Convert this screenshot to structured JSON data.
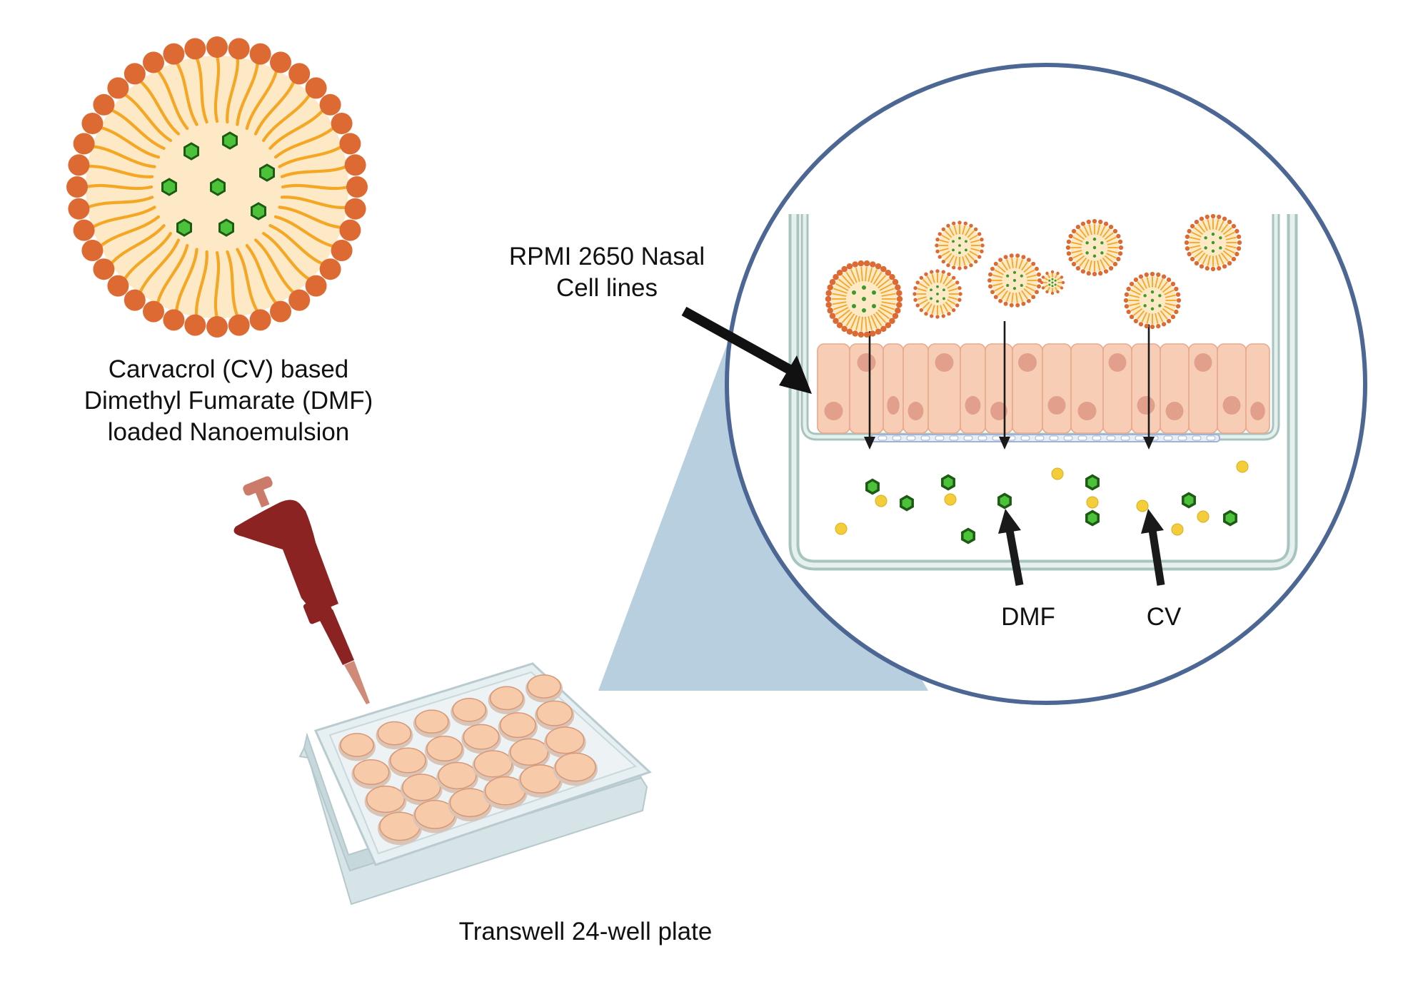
{
  "labels": {
    "nanoemulsion": [
      "Carvacrol (CV) based",
      "Dimethyl Fumarate (DMF)",
      "loaded Nanoemulsion"
    ],
    "cell_lines": [
      "RPMI 2650 Nasal",
      "Cell lines"
    ],
    "plate": "Transwell 24-well plate",
    "dmf": "DMF",
    "cv": "CV"
  },
  "colors": {
    "lipid_head": "#de6a33",
    "lipid_tail": "#f5a623",
    "core": "#fde9c6",
    "drug_dmf": "#4cc23a",
    "drug_cv": "#f3cd3a",
    "cell": "#f8cdb6",
    "nucleus": "#e2a08c",
    "circle_border": "#4d6795",
    "zoom_cone": "#b8cfe0",
    "pipette": "#8b2323",
    "plate": "#dbe7ea",
    "well": "#f7caa9",
    "arrow": "#1a1a1a"
  },
  "icons": [
    "nanoemulsion-droplet-icon",
    "pipette-icon",
    "well-plate-icon",
    "transwell-insert-icon",
    "cell-monolayer-icon"
  ],
  "plate": {
    "rows": 4,
    "columns": 6
  }
}
